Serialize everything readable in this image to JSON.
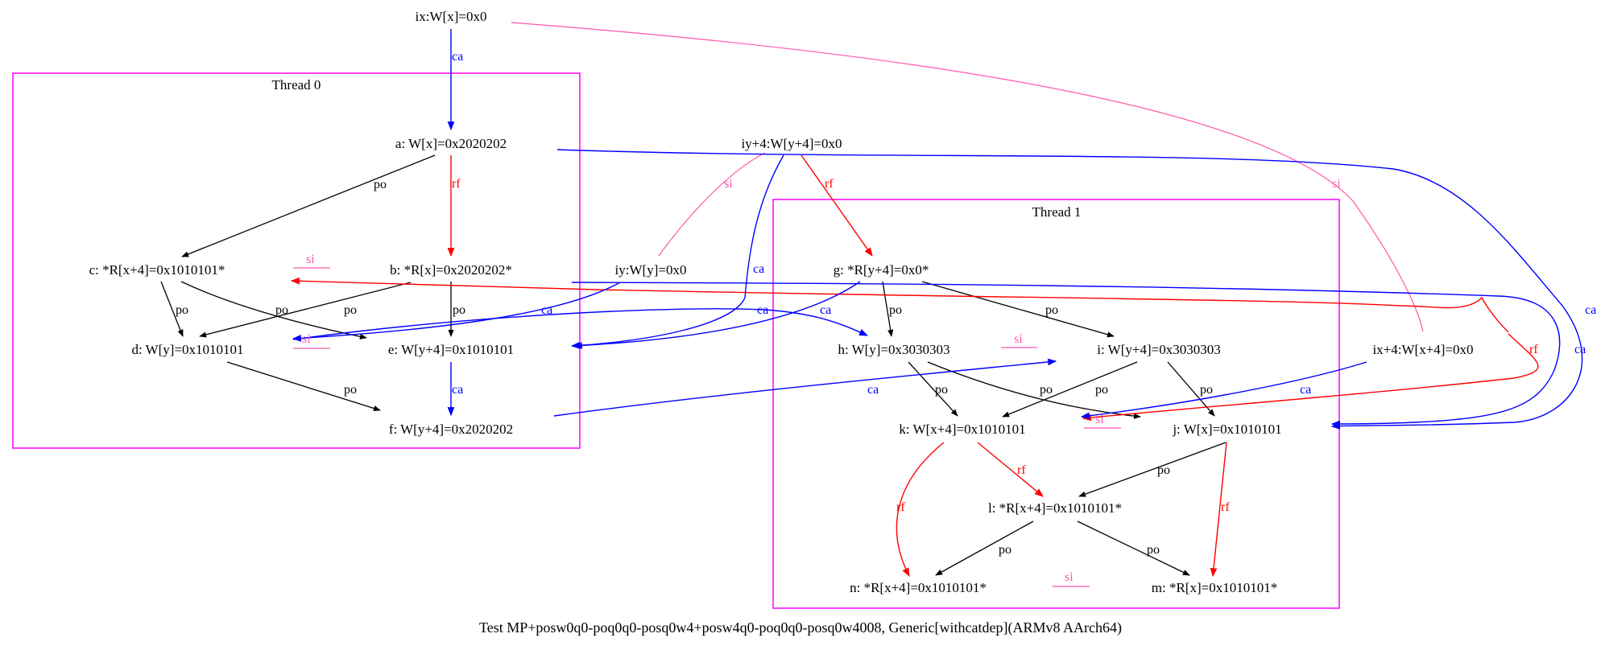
{
  "caption": "Test MP+posw0q0-poq0q0-posq0w4+posw4q0-poq0q0-posq0w4008, Generic[withcatdep](ARMv8 AArch64)",
  "colors": {
    "po": "#000000",
    "rf": "#ff0000",
    "ca": "#0000ff",
    "si": "#ff55aa",
    "cluster": "#ff00ff"
  },
  "threads": [
    {
      "id": "thread0",
      "label": "Thread 0"
    },
    {
      "id": "thread1",
      "label": "Thread 1"
    }
  ],
  "nodes": [
    {
      "id": "ix",
      "label": "ix:W[x]=0x0"
    },
    {
      "id": "iy4",
      "label": "iy+4:W[y+4]=0x0"
    },
    {
      "id": "iy",
      "label": "iy:W[y]=0x0"
    },
    {
      "id": "ix4",
      "label": "ix+4:W[x+4]=0x0"
    },
    {
      "id": "a",
      "label": "a: W[x]=0x2020202"
    },
    {
      "id": "b",
      "label": "b: *R[x]=0x2020202*"
    },
    {
      "id": "c",
      "label": "c: *R[x+4]=0x1010101*"
    },
    {
      "id": "d",
      "label": "d: W[y]=0x1010101"
    },
    {
      "id": "e",
      "label": "e: W[y+4]=0x1010101"
    },
    {
      "id": "f",
      "label": "f: W[y+4]=0x2020202"
    },
    {
      "id": "g",
      "label": "g: *R[y+4]=0x0*"
    },
    {
      "id": "h",
      "label": "h: W[y]=0x3030303"
    },
    {
      "id": "i",
      "label": "i: W[y+4]=0x3030303"
    },
    {
      "id": "k",
      "label": "k: W[x+4]=0x1010101"
    },
    {
      "id": "j",
      "label": "j: W[x]=0x1010101"
    },
    {
      "id": "l",
      "label": "l: *R[x+4]=0x1010101*"
    },
    {
      "id": "n",
      "label": "n: *R[x+4]=0x1010101*"
    },
    {
      "id": "m",
      "label": "m: *R[x]=0x1010101*"
    }
  ],
  "edge_labels": {
    "po": "po",
    "rf": "rf",
    "ca": "ca",
    "si": "si"
  }
}
